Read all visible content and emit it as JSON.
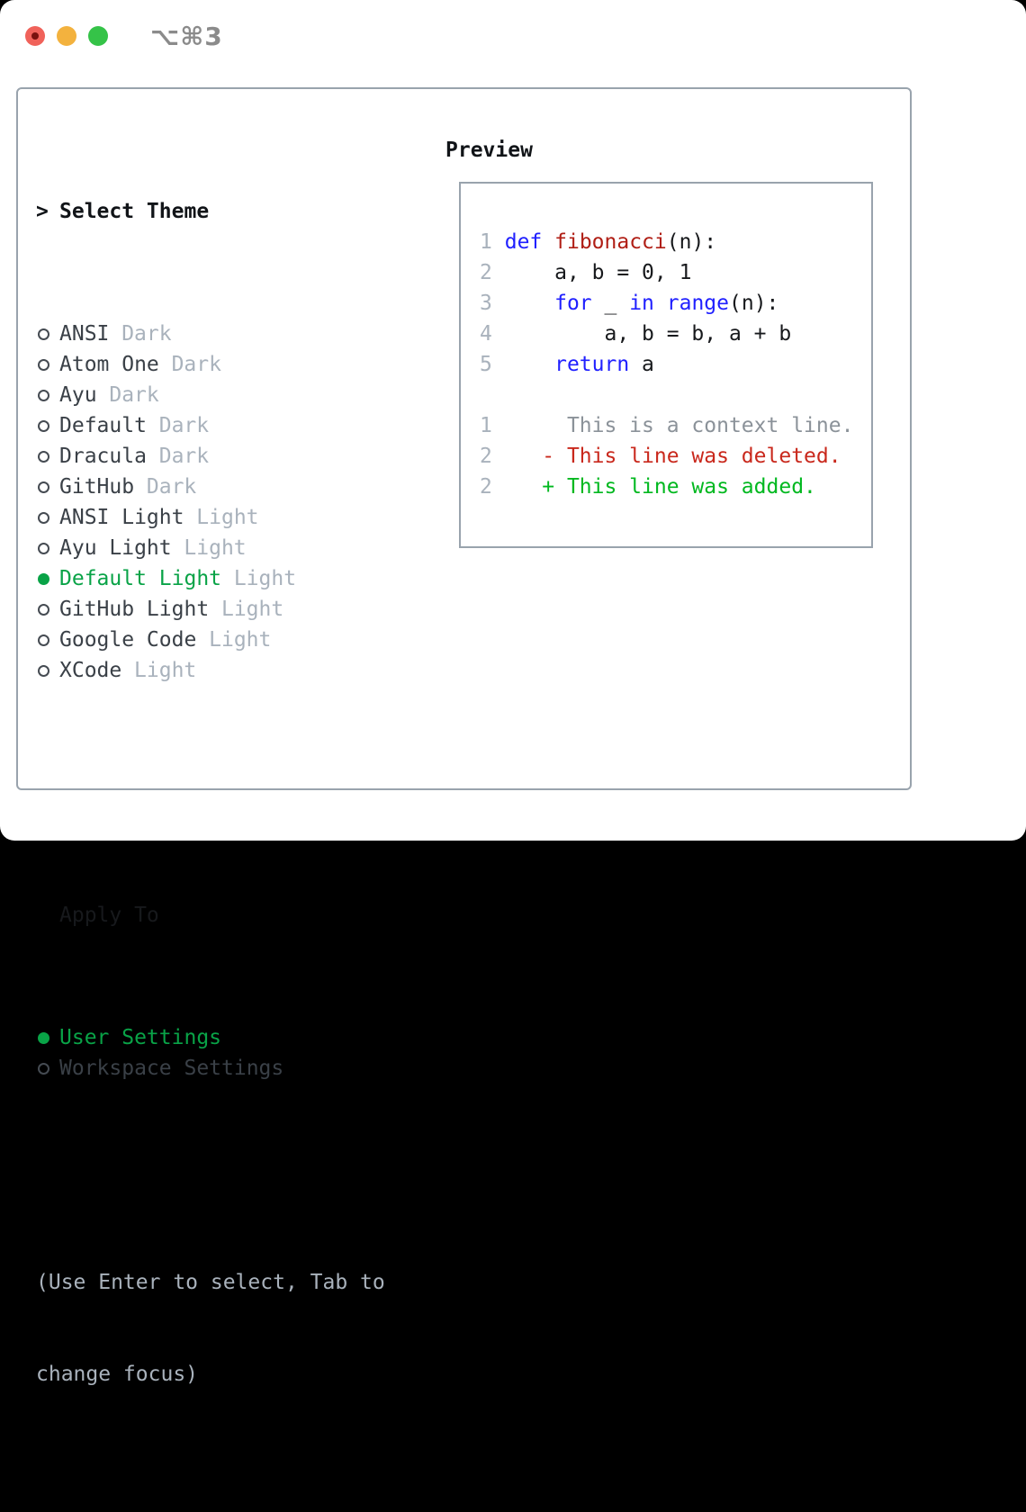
{
  "window": {
    "title": "⌥⌘3"
  },
  "titlebar": {
    "buttons": [
      "close",
      "minimize",
      "zoom"
    ]
  },
  "theme_picker": {
    "prompt": ">",
    "header": "Select Theme",
    "themes": [
      {
        "name": "ANSI",
        "tag": "Dark",
        "selected": false
      },
      {
        "name": "Atom One",
        "tag": "Dark",
        "selected": false
      },
      {
        "name": "Ayu",
        "tag": "Dark",
        "selected": false
      },
      {
        "name": "Default",
        "tag": "Dark",
        "selected": false
      },
      {
        "name": "Dracula",
        "tag": "Dark",
        "selected": false
      },
      {
        "name": "GitHub",
        "tag": "Dark",
        "selected": false
      },
      {
        "name": "ANSI Light",
        "tag": "Light",
        "selected": false
      },
      {
        "name": "Ayu Light",
        "tag": "Light",
        "selected": false
      },
      {
        "name": "Default Light",
        "tag": "Light",
        "selected": true
      },
      {
        "name": "GitHub Light",
        "tag": "Light",
        "selected": false
      },
      {
        "name": "Google Code",
        "tag": "Light",
        "selected": false
      },
      {
        "name": "XCode",
        "tag": "Light",
        "selected": false
      }
    ],
    "apply_to": {
      "header": "Apply To",
      "options": [
        {
          "label": "User Settings",
          "selected": true
        },
        {
          "label": "Workspace Settings",
          "selected": false
        }
      ]
    },
    "help_lines": [
      "(Use Enter to select, Tab to",
      "change focus)"
    ]
  },
  "preview": {
    "header": "Preview",
    "code_lines": [
      {
        "num": "1",
        "tokens": [
          {
            "t": " ",
            "c": "pl"
          },
          {
            "t": "def",
            "c": "kw"
          },
          {
            "t": " ",
            "c": "pl"
          },
          {
            "t": "fibonacci",
            "c": "fn"
          },
          {
            "t": "(n):",
            "c": "pl"
          }
        ]
      },
      {
        "num": "2",
        "tokens": [
          {
            "t": "     a, b = 0, 1",
            "c": "pl"
          }
        ]
      },
      {
        "num": "3",
        "tokens": [
          {
            "t": "     ",
            "c": "pl"
          },
          {
            "t": "for",
            "c": "kw"
          },
          {
            "t": " _ ",
            "c": "pl"
          },
          {
            "t": "in",
            "c": "kw"
          },
          {
            "t": " ",
            "c": "pl"
          },
          {
            "t": "range",
            "c": "kw"
          },
          {
            "t": "(n):",
            "c": "pl"
          }
        ]
      },
      {
        "num": "4",
        "tokens": [
          {
            "t": "         a, b = b, a + b",
            "c": "pl"
          }
        ]
      },
      {
        "num": "5",
        "tokens": [
          {
            "t": "     ",
            "c": "pl"
          },
          {
            "t": "return",
            "c": "kw"
          },
          {
            "t": " a",
            "c": "pl"
          }
        ]
      }
    ],
    "diff_lines": [
      {
        "num": "1",
        "text": "      This is a context line.",
        "kind": "context"
      },
      {
        "num": "2",
        "text": "    - This line was deleted.",
        "kind": "deleted"
      },
      {
        "num": "2",
        "text": "    + This line was added.",
        "kind": "added"
      }
    ]
  },
  "colors": {
    "selection_green": "#09a347",
    "added_green": "#00b81f",
    "deleted_red": "#c9281c",
    "function_red": "#b01e15",
    "keyword_blue": "#2020ff",
    "muted_gray": "#a9b2bc",
    "context_gray": "#8b9299",
    "border_gray": "#99a3ad",
    "traffic_red": "#f0625a",
    "traffic_yellow": "#f3b23e",
    "traffic_green": "#35c348"
  }
}
